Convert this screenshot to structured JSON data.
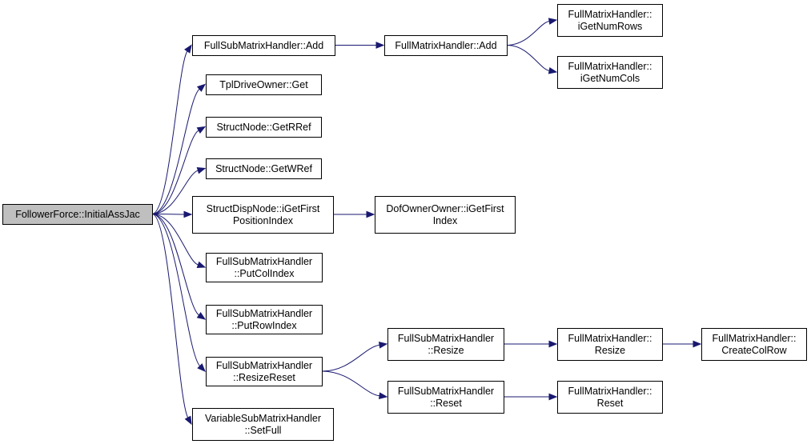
{
  "graph": {
    "colors": {
      "edge": "#191970",
      "root_fill": "#bfbfbf",
      "node_fill": "#ffffff",
      "border": "#000000"
    },
    "nodes": [
      {
        "id": "root",
        "lines": [
          "FollowerForce::InitialAssJac"
        ]
      },
      {
        "id": "fsmh_add",
        "lines": [
          "FullSubMatrixHandler::Add"
        ]
      },
      {
        "id": "tdo_get",
        "lines": [
          "TplDriveOwner::Get"
        ]
      },
      {
        "id": "sn_getr",
        "lines": [
          "StructNode::GetRRef"
        ]
      },
      {
        "id": "sn_getw",
        "lines": [
          "StructNode::GetWRef"
        ]
      },
      {
        "id": "sdn_pos",
        "lines": [
          "StructDispNode::iGetFirst",
          "PositionIndex"
        ]
      },
      {
        "id": "fsmh_col",
        "lines": [
          "FullSubMatrixHandler",
          "::PutColIndex"
        ]
      },
      {
        "id": "fsmh_row",
        "lines": [
          "FullSubMatrixHandler",
          "::PutRowIndex"
        ]
      },
      {
        "id": "fsmh_rr",
        "lines": [
          "FullSubMatrixHandler",
          "::ResizeReset"
        ]
      },
      {
        "id": "vsmh_sf",
        "lines": [
          "VariableSubMatrixHandler",
          "::SetFull"
        ]
      },
      {
        "id": "fmh_add",
        "lines": [
          "FullMatrixHandler::Add"
        ]
      },
      {
        "id": "doo_idx",
        "lines": [
          "DofOwnerOwner::iGetFirst",
          "Index"
        ]
      },
      {
        "id": "fsmh_res",
        "lines": [
          "FullSubMatrixHandler",
          "::Resize"
        ]
      },
      {
        "id": "fsmh_rst",
        "lines": [
          "FullSubMatrixHandler",
          "::Reset"
        ]
      },
      {
        "id": "fmh_rows",
        "lines": [
          "FullMatrixHandler::",
          "iGetNumRows"
        ]
      },
      {
        "id": "fmh_cols",
        "lines": [
          "FullMatrixHandler::",
          "iGetNumCols"
        ]
      },
      {
        "id": "fmh_res",
        "lines": [
          "FullMatrixHandler::",
          "Resize"
        ]
      },
      {
        "id": "fmh_rst",
        "lines": [
          "FullMatrixHandler::",
          "Reset"
        ]
      },
      {
        "id": "fmh_ccr",
        "lines": [
          "FullMatrixHandler::",
          "CreateColRow"
        ]
      }
    ],
    "edges": [
      [
        "root",
        "fsmh_add"
      ],
      [
        "root",
        "tdo_get"
      ],
      [
        "root",
        "sn_getr"
      ],
      [
        "root",
        "sn_getw"
      ],
      [
        "root",
        "sdn_pos"
      ],
      [
        "root",
        "fsmh_col"
      ],
      [
        "root",
        "fsmh_row"
      ],
      [
        "root",
        "fsmh_rr"
      ],
      [
        "root",
        "vsmh_sf"
      ],
      [
        "fsmh_add",
        "fmh_add"
      ],
      [
        "fmh_add",
        "fmh_rows"
      ],
      [
        "fmh_add",
        "fmh_cols"
      ],
      [
        "sdn_pos",
        "doo_idx"
      ],
      [
        "fsmh_rr",
        "fsmh_res"
      ],
      [
        "fsmh_rr",
        "fsmh_rst"
      ],
      [
        "fsmh_res",
        "fmh_res"
      ],
      [
        "fsmh_rst",
        "fmh_rst"
      ],
      [
        "fmh_res",
        "fmh_ccr"
      ]
    ]
  }
}
